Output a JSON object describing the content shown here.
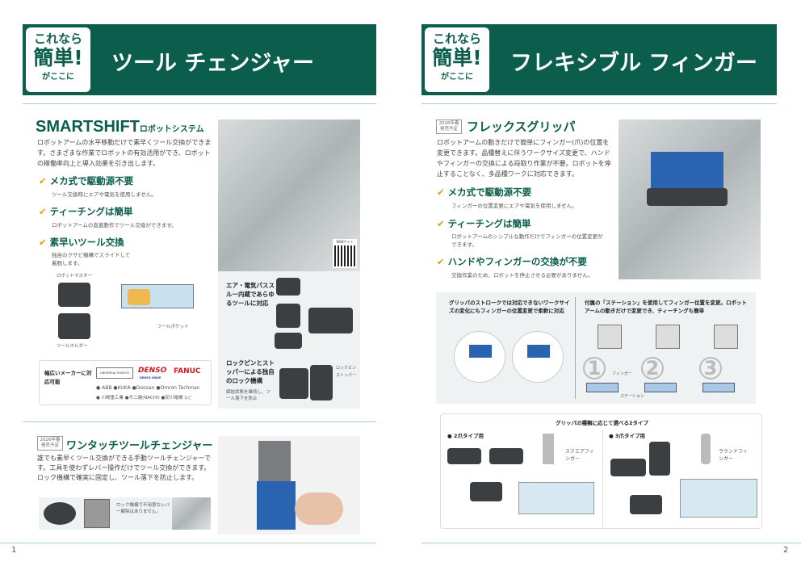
{
  "badge": {
    "line1": "これなら",
    "line2": "簡単!",
    "line3": "がここに"
  },
  "left": {
    "header_title": "ツール チェンジャー",
    "section1": {
      "title_main": "SMARTSHIFT",
      "title_sub": "ロボットシステム",
      "description": "ロボットアームの水平移動だけで素早くツール交換ができます。さまざまな作業でロボットの有効活用ができ、ロボットの稼働率向上と導入効果を引き出します。",
      "features": [
        {
          "title": "メカ式で駆動源不要",
          "text": "ツール交換時にエアや電気を使用しません。"
        },
        {
          "title": "ティーチングは簡単",
          "text": "ロボットアームの直進動作でツール交換ができます。"
        },
        {
          "title": "素早いツール交換",
          "text": "独自のクサビ機構でスライドして着脱します。"
        }
      ],
      "diagram_labels": {
        "robot_master": "ロボットマスター",
        "tool_holder": "ツールホルダー",
        "tool_pocket": "ツールポケット"
      },
      "web_label": "WEBサイト",
      "air_text": "エア・電気パススルー内蔵であらゆるツールに対応",
      "lock_title": "ロックピンとストッパーによる独自のロック機構",
      "lock_text": "締結状態を維持し、ツール落下を防止",
      "lock_pin": "ロックピン",
      "stopper": "ストッパー",
      "makers": {
        "label": "幅広いメーカーに対応可能",
        "logos": [
          "UNIVERSAL ROBOTS",
          "DENSO",
          "FANUC"
        ],
        "denso_sub": "DENSO WAVE",
        "line1": "● ABB ●KUKA ●Doosan ●Omron Techman",
        "line2": "● 川崎重工業 ●不二越(NACHI) ●安川電機",
        "etc": "など"
      }
    },
    "section2": {
      "tag": "2026年春 発売予定",
      "title": "ワンタッチツールチェンジャー",
      "description": "誰でも素早くツール交換ができる手動ツールチェンジャーです。工具を使わずレバー操作だけでツール交換ができます。ロック機構で確実に固定し、ツール落下を防止します。",
      "note": "ロック機構で不用意なレバー解除はありません。"
    },
    "page_number": "1"
  },
  "right": {
    "header_title": "フレキシブル フィンガー",
    "section1": {
      "tag": "2026年春 発売予定",
      "title": "フレックスグリッパ",
      "description": "ロボットアームの動きだけで簡単にフィンガー(爪)の位置を変更できます。品種替えに伴うワークサイズ変更で、ハンドやフィンガーの交換による段取り作業が不要。ロボットを停止することなく、多品種ワークに対応できます。",
      "features": [
        {
          "title": "メカ式で駆動源不要",
          "text": "フィンガーの位置変更にエアや電気を使用しません。"
        },
        {
          "title": "ティーチングは簡単",
          "text": "ロボットアームのシンプルな動作だけでフィンガーの位置変更ができます。"
        },
        {
          "title": "ハンドやフィンガーの交換が不要",
          "text": "交換作業のため、ロボットを停止させる必要がありません。"
        }
      ]
    },
    "panel": {
      "left_text": "グリッパのストロークでは対応できないワークサイズの変化にもフィンガーの位置変更で柔軟に対応",
      "right_text": "付属の「ステーション」を使用してフィンガー位置を変更。ロボットアームの動きだけで変更でき、ティーチングも簡単",
      "steps": [
        "1",
        "2",
        "3"
      ],
      "finger_label": "フィンガー",
      "station_label": "ステーション"
    },
    "types": {
      "title": "グリッパの種類に応じて選べる2タイプ",
      "two": {
        "label": "● 2爪タイプ用",
        "finger": "スクエアフィンガー"
      },
      "three": {
        "label": "● 3爪タイプ用",
        "finger": "ラウンドフィンガー"
      }
    },
    "page_number": "2"
  },
  "colors": {
    "brand": "#0b5e4b",
    "check": "#e89a1a"
  }
}
